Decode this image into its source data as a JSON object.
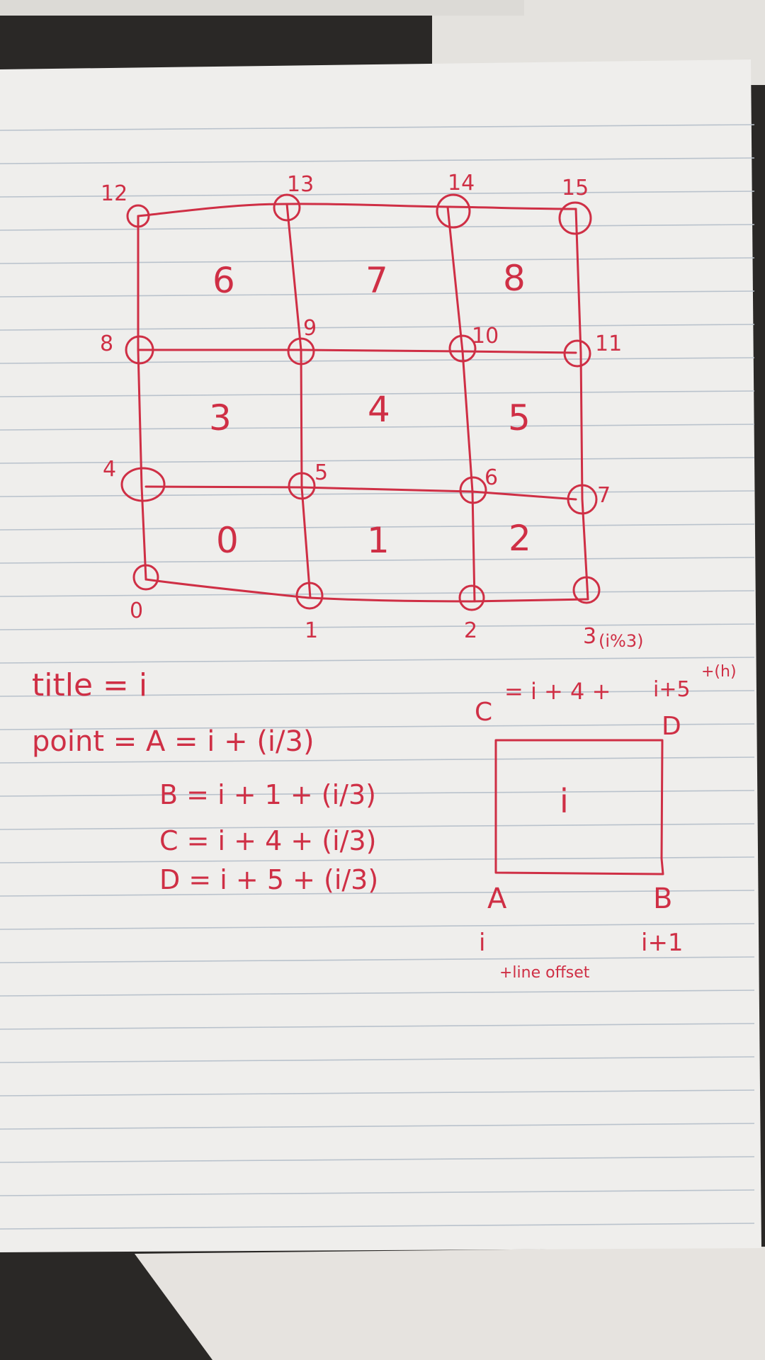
{
  "colors": {
    "ink": "#cf2f45",
    "paper": "#efeeec",
    "rule_line": "#b9c2cc",
    "background_dark": "#2a2826",
    "table_surface": "#e6e3df"
  },
  "grid": {
    "vertices": [
      "0",
      "1",
      "2",
      "3",
      "4",
      "5",
      "6",
      "7",
      "8",
      "9",
      "10",
      "11",
      "12",
      "13",
      "14",
      "15"
    ],
    "tiles": [
      "0",
      "1",
      "2",
      "3",
      "4",
      "5",
      "6",
      "7",
      "8"
    ]
  },
  "formulas": {
    "tile_line": "title = i",
    "point_a": "point = A = i + (i/3)",
    "point_b": "B = i + 1 + (i/3)",
    "point_c": "C = i + 4 + (i/3)",
    "point_d": "D = i + 5 + (i/3)"
  },
  "square": {
    "corner_a": "A",
    "corner_b": "B",
    "corner_c": "C",
    "corner_d": "D",
    "center": "i",
    "c_expr": "= i + 4 +",
    "c_superscript": "(i%3)",
    "d_expr": "i+5",
    "d_superscript": "+(h)",
    "a_expr": "i",
    "a_note": "+line offset",
    "b_expr": "i+1"
  }
}
